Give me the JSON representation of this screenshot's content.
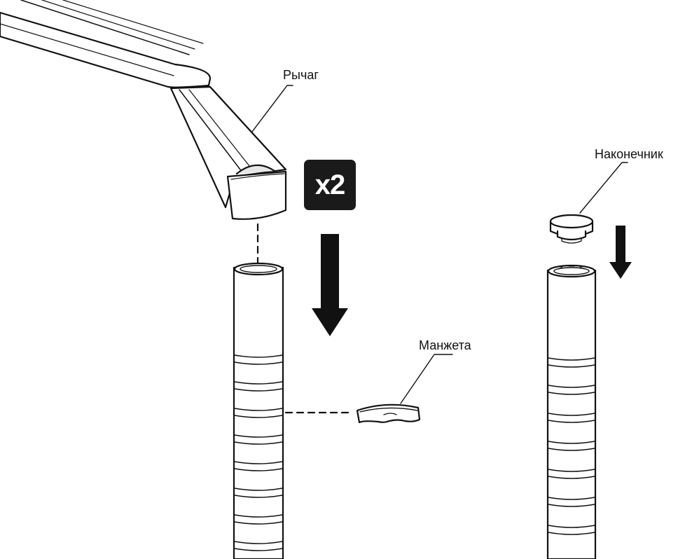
{
  "labels": {
    "lever": "Рычаг",
    "cap": "Наконечник",
    "cuff": "Манжета"
  },
  "badge": {
    "text": "x2",
    "background": "#1a1a1a"
  },
  "colors": {
    "stroke": "#111111",
    "fill": "#ffffff",
    "shade": "#d9d9d9"
  },
  "icons": {
    "arrow_main": "arrow-down-icon",
    "arrow_cap": "arrow-down-icon"
  }
}
